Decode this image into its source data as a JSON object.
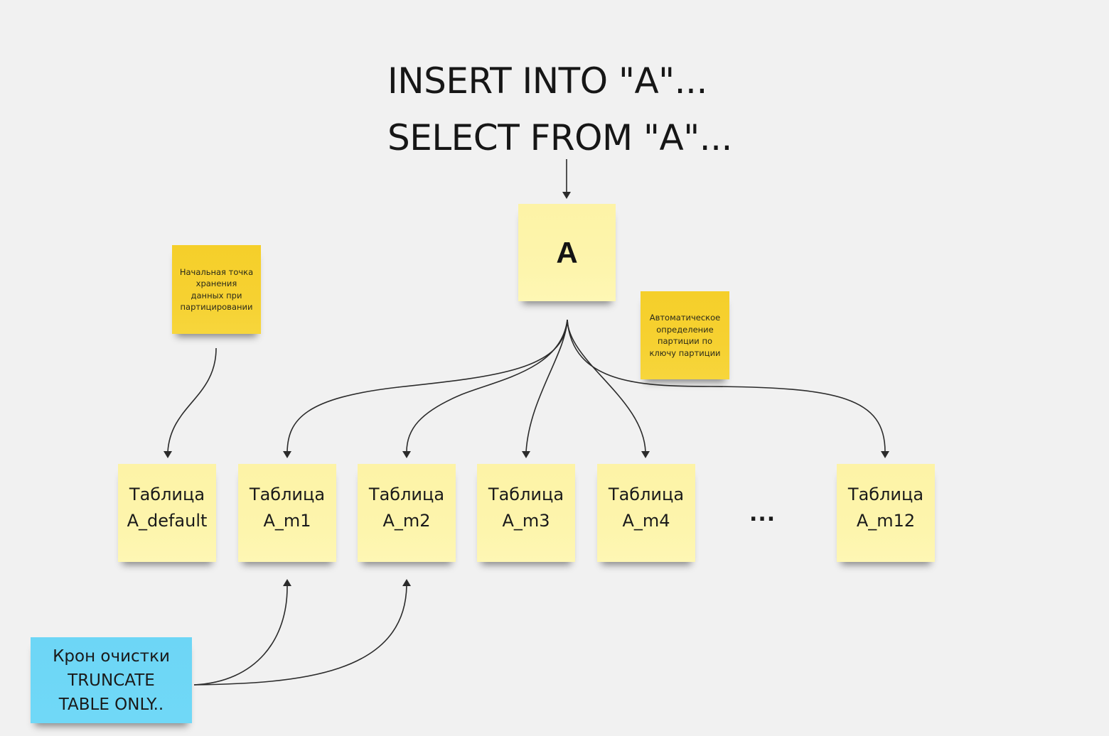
{
  "title": {
    "lines": [
      "INSERT INTO \"A\"...",
      "SELECT FROM \"A\"..."
    ]
  },
  "main_table": {
    "label": "A",
    "color": "#fdf3a6"
  },
  "notes": {
    "start_point": {
      "text": "Начальная точка\nхранения\nданных при\nпартицировании",
      "color": "#f5cf2a"
    },
    "auto_detect": {
      "text": "Автоматическое\nопределение\nпартиции по\nключу партиции",
      "color": "#f5cf2a"
    }
  },
  "partitions": [
    {
      "id": "default",
      "text": "Таблица\nA_default"
    },
    {
      "id": "m1",
      "text": "Таблица\nA_m1"
    },
    {
      "id": "m2",
      "text": "Таблица\nA_m2"
    },
    {
      "id": "m3",
      "text": "Таблица\nA_m3"
    },
    {
      "id": "m4",
      "text": "Таблица\nA_m4"
    },
    {
      "id": "m12",
      "text": "Таблица\nA_m12"
    }
  ],
  "ellipsis": "...",
  "cron": {
    "text": "Крон очистки\nTRUNCATE\nTABLE ONLY..",
    "color": "#6dd6f6"
  },
  "connectors": [
    {
      "from": "title",
      "to": "main_table"
    },
    {
      "from": "main_table",
      "to": "partition-m1"
    },
    {
      "from": "main_table",
      "to": "partition-m2"
    },
    {
      "from": "main_table",
      "to": "partition-m3"
    },
    {
      "from": "main_table",
      "to": "partition-m4"
    },
    {
      "from": "main_table",
      "to": "partition-m12"
    },
    {
      "from": "note-start-point",
      "to": "partition-default"
    },
    {
      "from": "cron",
      "to": "partition-m1"
    },
    {
      "from": "cron",
      "to": "partition-m2"
    }
  ]
}
